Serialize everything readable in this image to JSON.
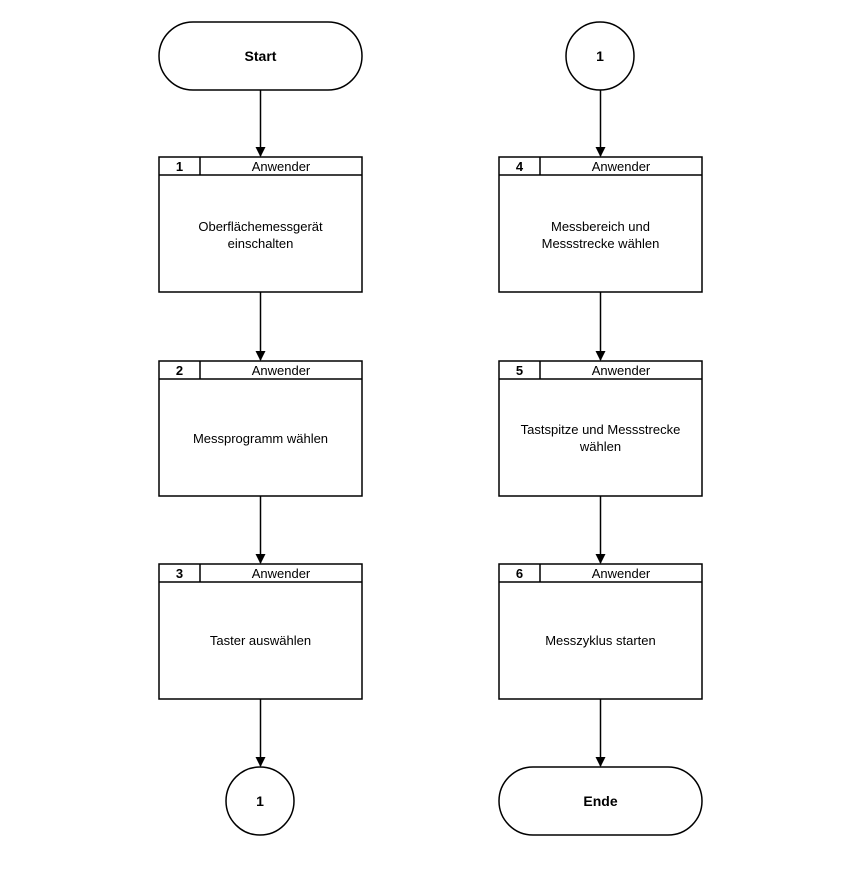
{
  "start": {
    "label": "Start"
  },
  "end": {
    "label": "Ende"
  },
  "connector_out": {
    "label": "1"
  },
  "connector_in": {
    "label": "1"
  },
  "steps": [
    {
      "number": "1",
      "role": "Anwender",
      "lines": [
        "Oberflächemessgerät",
        "einschalten"
      ]
    },
    {
      "number": "2",
      "role": "Anwender",
      "lines": [
        "Messprogramm wählen"
      ]
    },
    {
      "number": "3",
      "role": "Anwender",
      "lines": [
        "Taster auswählen"
      ]
    },
    {
      "number": "4",
      "role": "Anwender",
      "lines": [
        "Messbereich und",
        "Messstrecke wählen"
      ]
    },
    {
      "number": "5",
      "role": "Anwender",
      "lines": [
        "Tastspitze und Messstrecke",
        "wählen"
      ]
    },
    {
      "number": "6",
      "role": "Anwender",
      "lines": [
        "Messzyklus starten"
      ]
    }
  ]
}
